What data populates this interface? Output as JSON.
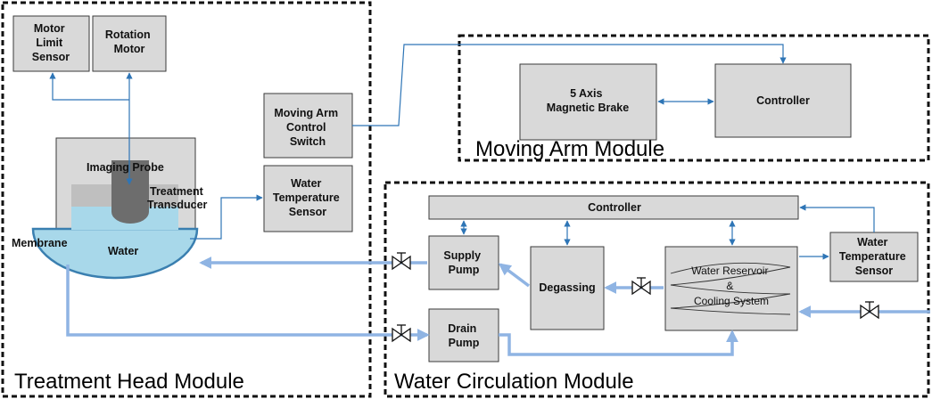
{
  "modules": {
    "treatment_head": "Treatment Head Module",
    "moving_arm": "Moving Arm Module",
    "water_circulation": "Water Circulation Module"
  },
  "treatment_head": {
    "motor_limit_sensor": [
      "Motor",
      "Limit",
      "Sensor"
    ],
    "rotation_motor": [
      "Rotation",
      "Motor"
    ],
    "moving_arm_control_switch": [
      "Moving Arm",
      "Control",
      "Switch"
    ],
    "water_temperature_sensor": [
      "Water",
      "Temperature",
      "Sensor"
    ],
    "imaging_probe": "Imaging Probe",
    "treatment_transducer": [
      "Treatment",
      "Transducer"
    ],
    "water": "Water",
    "membrane": "Membrane"
  },
  "moving_arm": {
    "magnetic_brake": [
      "5 Axis",
      "Magnetic Brake"
    ],
    "controller": "Controller"
  },
  "water_circulation": {
    "controller": "Controller",
    "supply_pump": [
      "Supply",
      "Pump"
    ],
    "drain_pump": [
      "Drain",
      "Pump"
    ],
    "degassing": "Degassing",
    "reservoir": [
      "Water Reservoir",
      "&",
      "Cooling System"
    ],
    "water_temperature_sensor": [
      "Water",
      "Temperature",
      "Sensor"
    ]
  },
  "colors": {
    "box_fill": "#d9d9d9",
    "signal_line": "#2e75b6",
    "water_line": "#8fb4e3",
    "water": "#a8d8ea",
    "probe": "#6d6d6d"
  }
}
